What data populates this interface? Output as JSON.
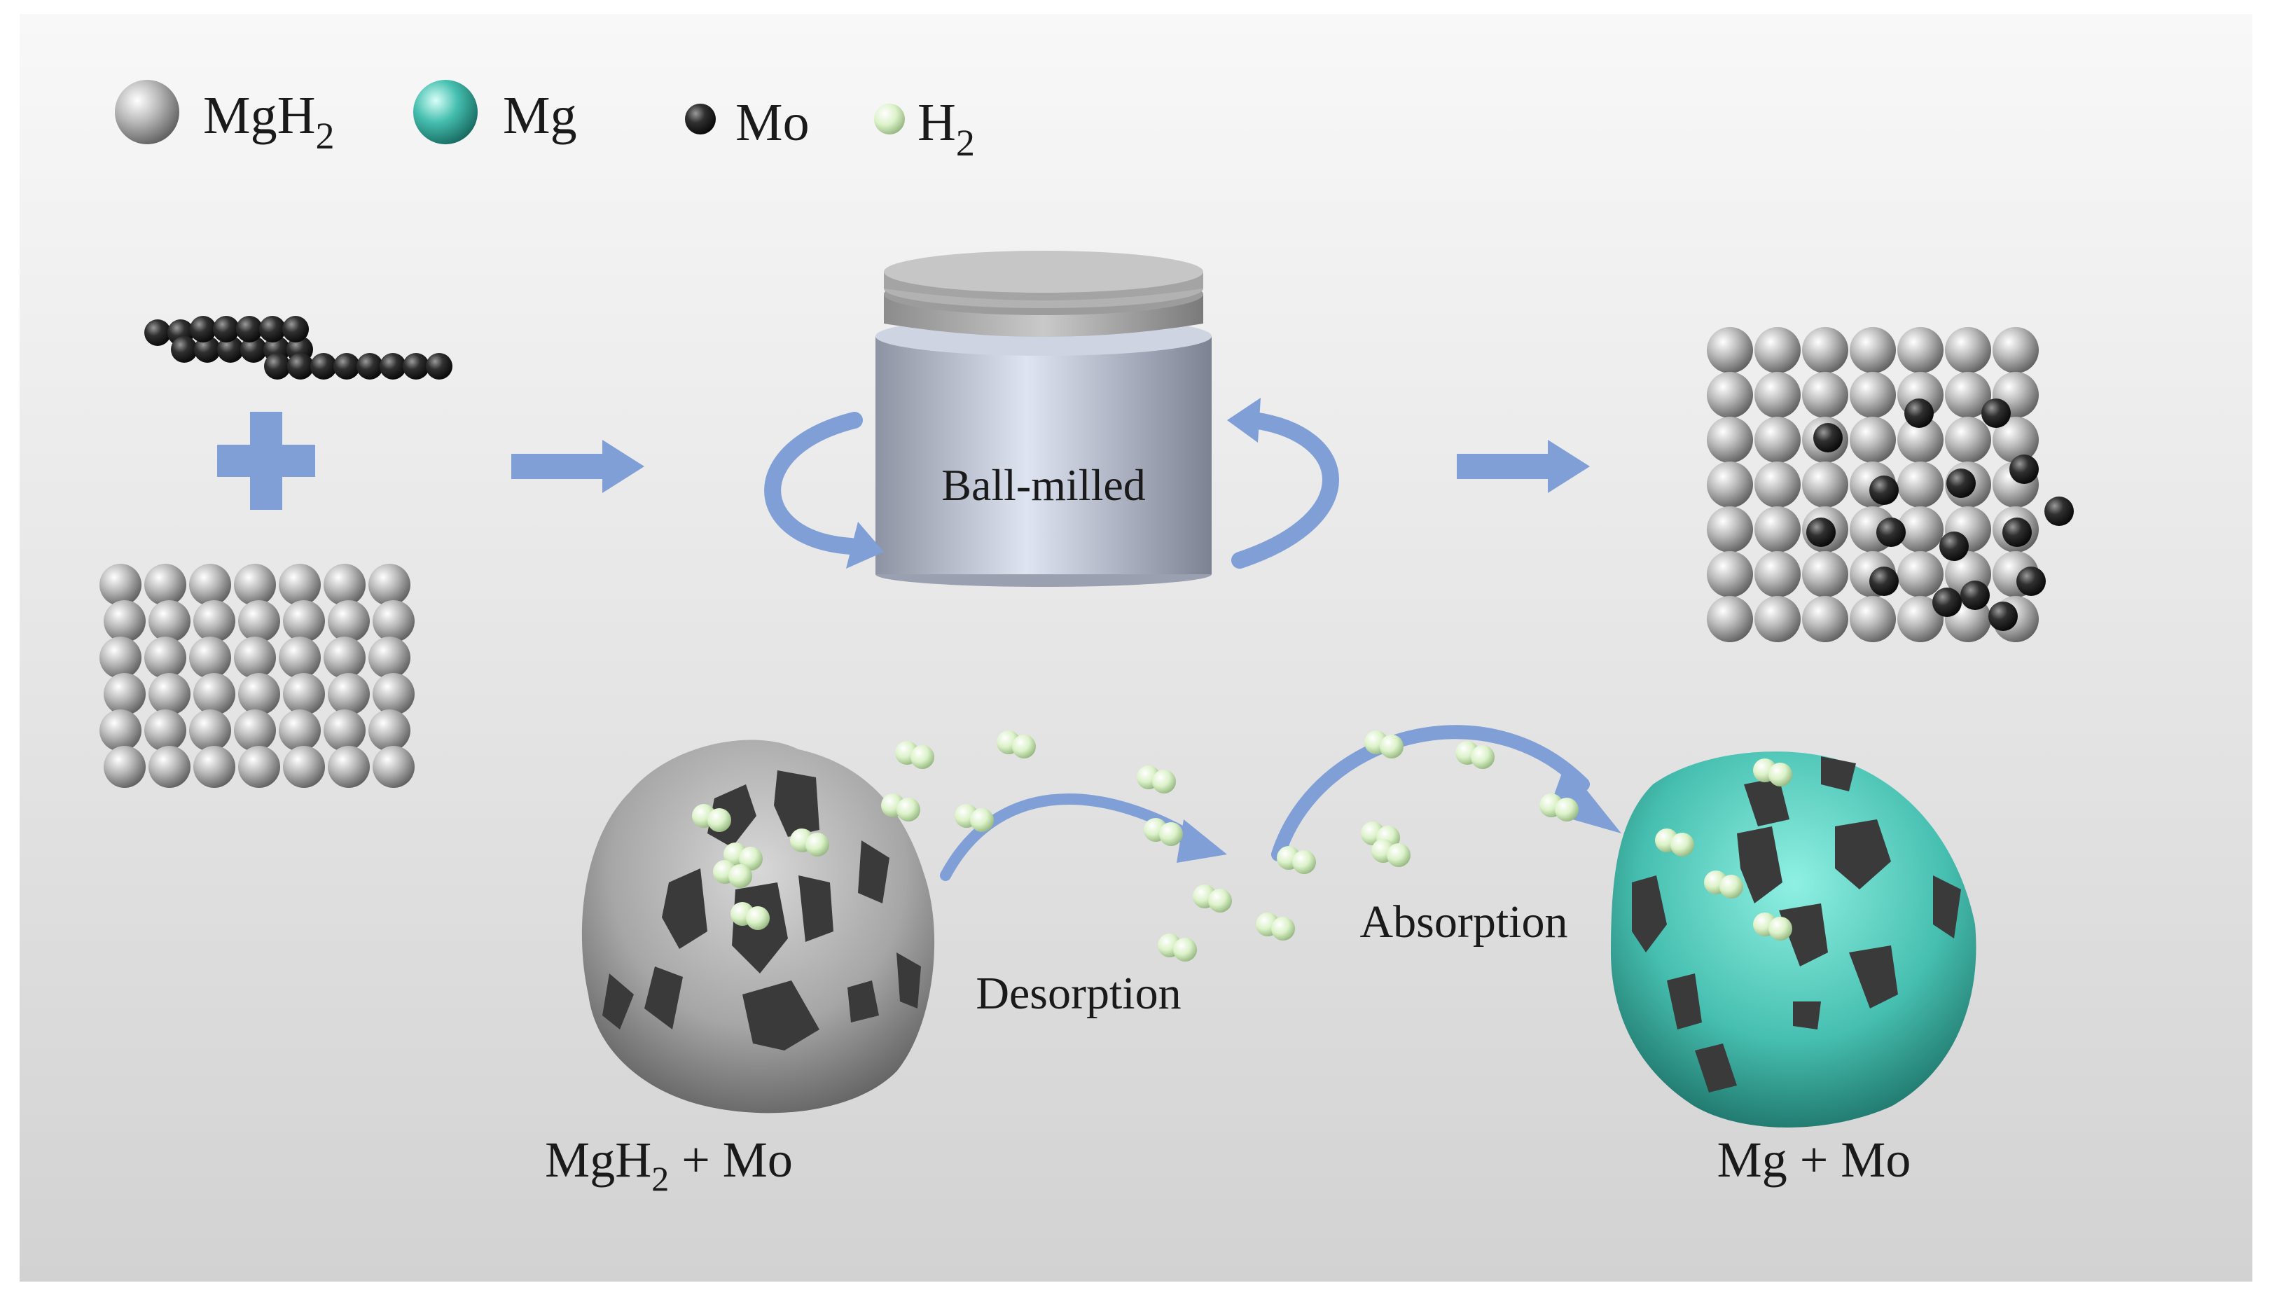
{
  "legend": {
    "mgh2": {
      "base": "MgH",
      "sub": "2"
    },
    "mg": "Mg",
    "mo": "Mo",
    "h2": {
      "base": "H",
      "sub": "2"
    }
  },
  "steps": {
    "mill_label": "Ball-milled",
    "desorption": "Desorption",
    "absorption": "Absorption"
  },
  "particles": {
    "left_label": {
      "base": "MgH",
      "sub": "2",
      "rest": " + Mo"
    },
    "right_label": "Mg + Mo"
  },
  "colors": {
    "mgh2": "#b8b8b8",
    "mg": "#3fbfae",
    "mo": "#3a3a3a",
    "h2": "#d9f0c6",
    "arrow": "#7f9fd6"
  }
}
